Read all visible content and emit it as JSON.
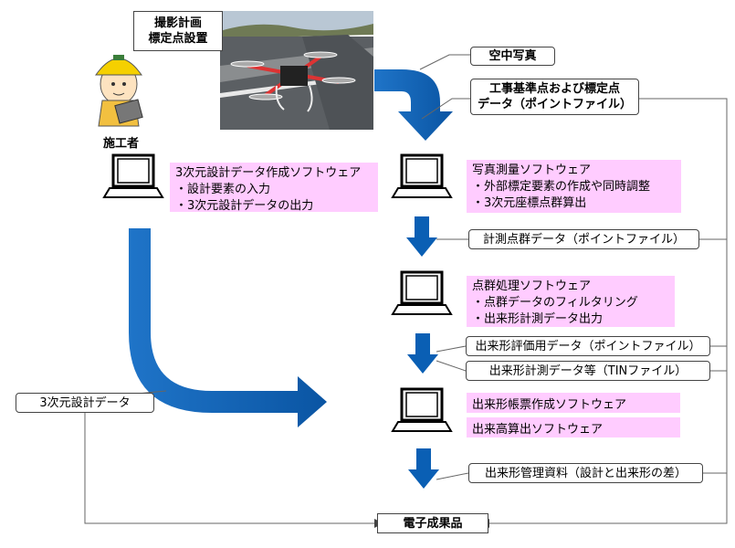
{
  "survey_plan": {
    "line1": "撮影計画",
    "line2": "標定点設置"
  },
  "constructor_label": "施工者",
  "aerial_photo": "空中写真",
  "control_points": {
    "line1": "工事基準点および標定点",
    "line2": "データ（ポイントファイル）"
  },
  "design_software": {
    "title": "3次元設計データ作成ソフトウェア",
    "items": [
      "・設計要素の入力",
      "・3次元設計データの出力"
    ]
  },
  "photo_software": {
    "title": "写真測量ソフトウェア",
    "items": [
      "・外部標定要素の作成や同時調整",
      "・3次元座標点群算出"
    ]
  },
  "point_cloud_data": "計測点群データ（ポイントファイル）",
  "pc_software": {
    "title": "点群処理ソフトウェア",
    "items": [
      "・点群データのフィルタリング",
      "・出来形計測データ出力"
    ]
  },
  "eval_data": "出来形評価用データ（ポイントファイル）",
  "meas_data": "出来形計測データ等（TINファイル）",
  "design_data_3d": "3次元設計データ",
  "form_sw_1": "出来形帳票作成ソフトウェア",
  "form_sw_2": "出来高算出ソフトウェア",
  "mgmt_doc": "出来形管理資料（設計と出来形の差）",
  "deliverable": "電子成果品",
  "colors": {
    "arrow_blue": "#0a5fb4",
    "highlight_pink": "#ffccff",
    "helmet_yellow": "#f5d000"
  },
  "icons": [
    "worker-icon",
    "drone-photo",
    "laptop-icon"
  ]
}
